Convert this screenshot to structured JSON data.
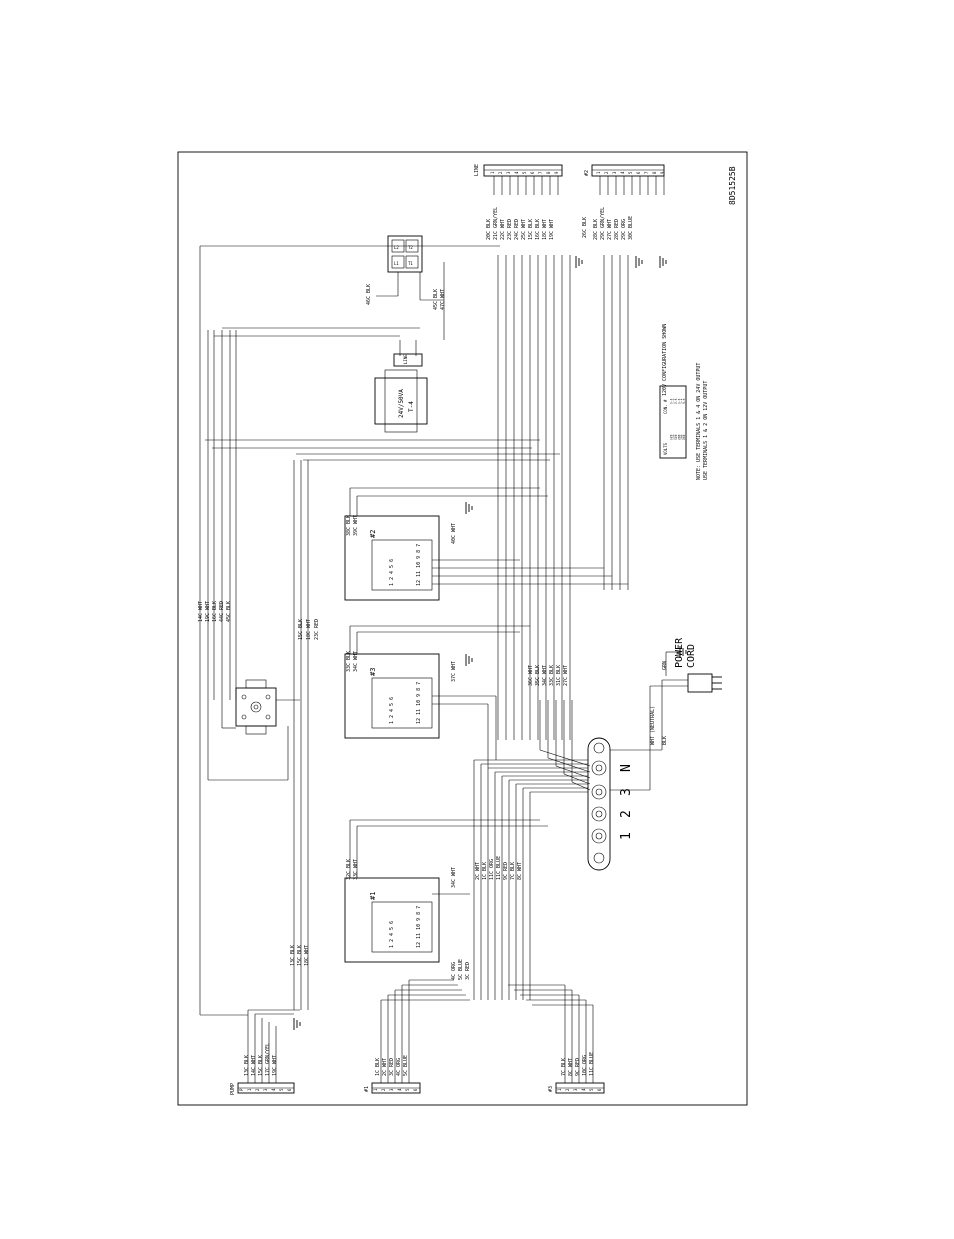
{
  "drawing_number": "8D51525B",
  "line_block": {
    "label": "LINE",
    "terminals": [
      "1",
      "2",
      "3",
      "4",
      "5",
      "6",
      "7",
      "8",
      "9"
    ],
    "wires": [
      "20C BLK",
      "21C GRN/YEL",
      "22C WHT",
      "23C RED",
      "24C RED",
      "25C WHT",
      "15C BLK",
      "16C BLK",
      "18C WHT",
      "19C WHT"
    ],
    "jumper": "26C BLK"
  },
  "block_2": {
    "label": "#2",
    "terminals": [
      "1",
      "2",
      "3",
      "4",
      "5",
      "6",
      "7",
      "8",
      "9"
    ],
    "wires": [
      "28C BLK",
      "29C GRN/YEL",
      "27C WHT",
      "28C RED",
      "29C ORG",
      "30C BLUE"
    ]
  },
  "transformer": {
    "label": "24V/50VA",
    "id": "T-4",
    "line_label": "LINE",
    "wires": [
      "46C BLK",
      "45C BLK",
      "47C WHT"
    ]
  },
  "relay": {
    "contacts": [
      "T2",
      "T1",
      "L2",
      "L1"
    ]
  },
  "harness_top": [
    "14C WHT",
    "19C WHT",
    "16C BLK",
    "44C RED",
    "45C BLK"
  ],
  "harness_mid": [
    "15C BLK",
    "18C WHT",
    "23C RED"
  ],
  "controller_2": {
    "label": "#2",
    "wires": [
      "38C BLK",
      "39C WHT",
      "40C WHT"
    ],
    "pins_top": "1 2  4 5 6",
    "pins_bottom": "12 11 10 9 8 7"
  },
  "controller_3": {
    "label": "#3",
    "wires": [
      "33C BLK",
      "34C WHT",
      "37C WHT"
    ],
    "pins_top": "1 2  4 5 6",
    "pins_bottom": "12 11 10 9 8 7"
  },
  "controller_1": {
    "label": "#1",
    "wires": [
      "32C BLK",
      "33C WHT",
      "34C WHT",
      "4C ORG",
      "5C BLUE",
      "3C RED"
    ],
    "pins_top": "1 2  4 5 6",
    "pins_bottom": "12 11 10 9 8 7"
  },
  "bundle_center": [
    "36C WHT",
    "35C BLK",
    "34C WHT",
    "33C BLK",
    "31C BLK",
    "27C WHT"
  ],
  "bundle_lower": [
    "2C WHT",
    "1C BLK",
    "11C ORG",
    "11C BLUE",
    "9C RED",
    "7C BLK",
    "8C WHT"
  ],
  "switch": {
    "positions": [
      "1",
      "2",
      "3",
      "N"
    ]
  },
  "power_cord": {
    "label_1": "POWER",
    "label_2": "CORD",
    "wires": [
      "GRN",
      "WHT (NEUTRAL)",
      "BLK"
    ]
  },
  "pump_block": {
    "label": "PUMP",
    "terminals": [
      "P",
      "1",
      "2",
      "3",
      "4",
      "5",
      "6"
    ],
    "wires": [
      "13C BLK",
      "14C WHT",
      "15C BLK",
      "17C GRN/YEL",
      "19C WHT"
    ],
    "harness": [
      "13C BLK",
      "15C BLK",
      "18C WHT"
    ]
  },
  "block_1": {
    "label": "#1",
    "terminals": [
      "1",
      "2",
      "3",
      "4",
      "5",
      "6"
    ],
    "wires": [
      "1C BLK",
      "2C WHT",
      "3C RED",
      "4C ORG",
      "5C BLUE"
    ]
  },
  "block_3": {
    "label": "#3",
    "terminals": [
      "1",
      "2",
      "3",
      "4",
      "5",
      "6"
    ],
    "wires": [
      "7C BLK",
      "8C WHT",
      "9C RED",
      "10C ORG",
      "11C BLUE"
    ]
  },
  "config_table": {
    "headers": [
      "VOLTS",
      "CON. #"
    ],
    "rows": [
      [
        "120",
        "1-4"
      ],
      [
        "120",
        "1-6"
      ],
      [
        "120",
        "2-6"
      ],
      [
        "208",
        "1-4"
      ],
      [
        "208",
        "2-4"
      ],
      [
        "240",
        "3-6"
      ]
    ]
  },
  "notes": {
    "config_shown": "120V CONFIGURATION SHOWN",
    "note_1": "NOTE: USE TERMINALS 1 & 4 ON 24V OUTPUT",
    "note_2": "USE TERMINALS 1 & 2 ON 12V OUTPUT"
  }
}
